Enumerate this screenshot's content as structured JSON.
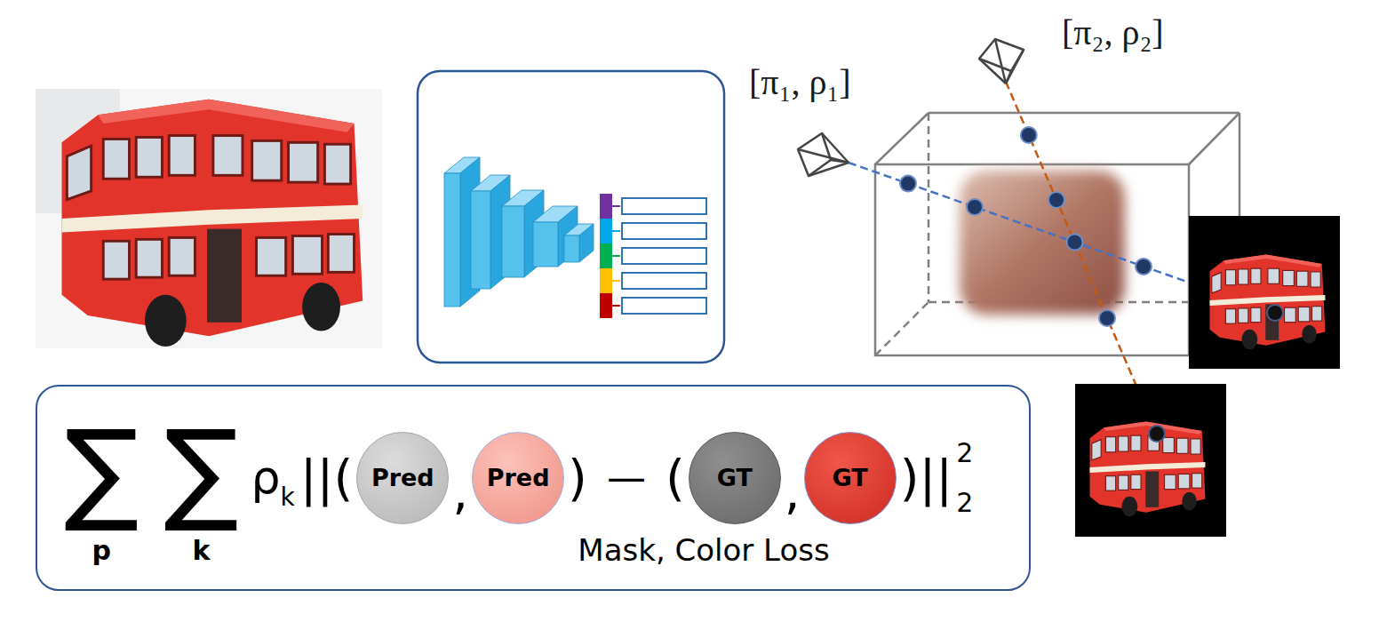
{
  "diagram": {
    "nodes": [
      {
        "text": [
          "∑",
          "p",
          "∑",
          "k",
          "ρ",
          "k",
          "||(",
          ",",
          ")",
          "—",
          "(",
          ",",
          ")||",
          "2",
          "2",
          "Mask, Color Loss"
        ]
      },
      {
        "text": [
          "Pred"
        ],
        "in": 0
      },
      {
        "text": [
          "Pred"
        ],
        "in": 0
      },
      {
        "text": [
          "GT"
        ],
        "in": 0
      },
      {
        "text": [
          "GT"
        ],
        "in": 0
      }
    ],
    "labels": [
      "[π₁, ρ₁]",
      "[π₂, ρ₂]"
    ]
  }
}
